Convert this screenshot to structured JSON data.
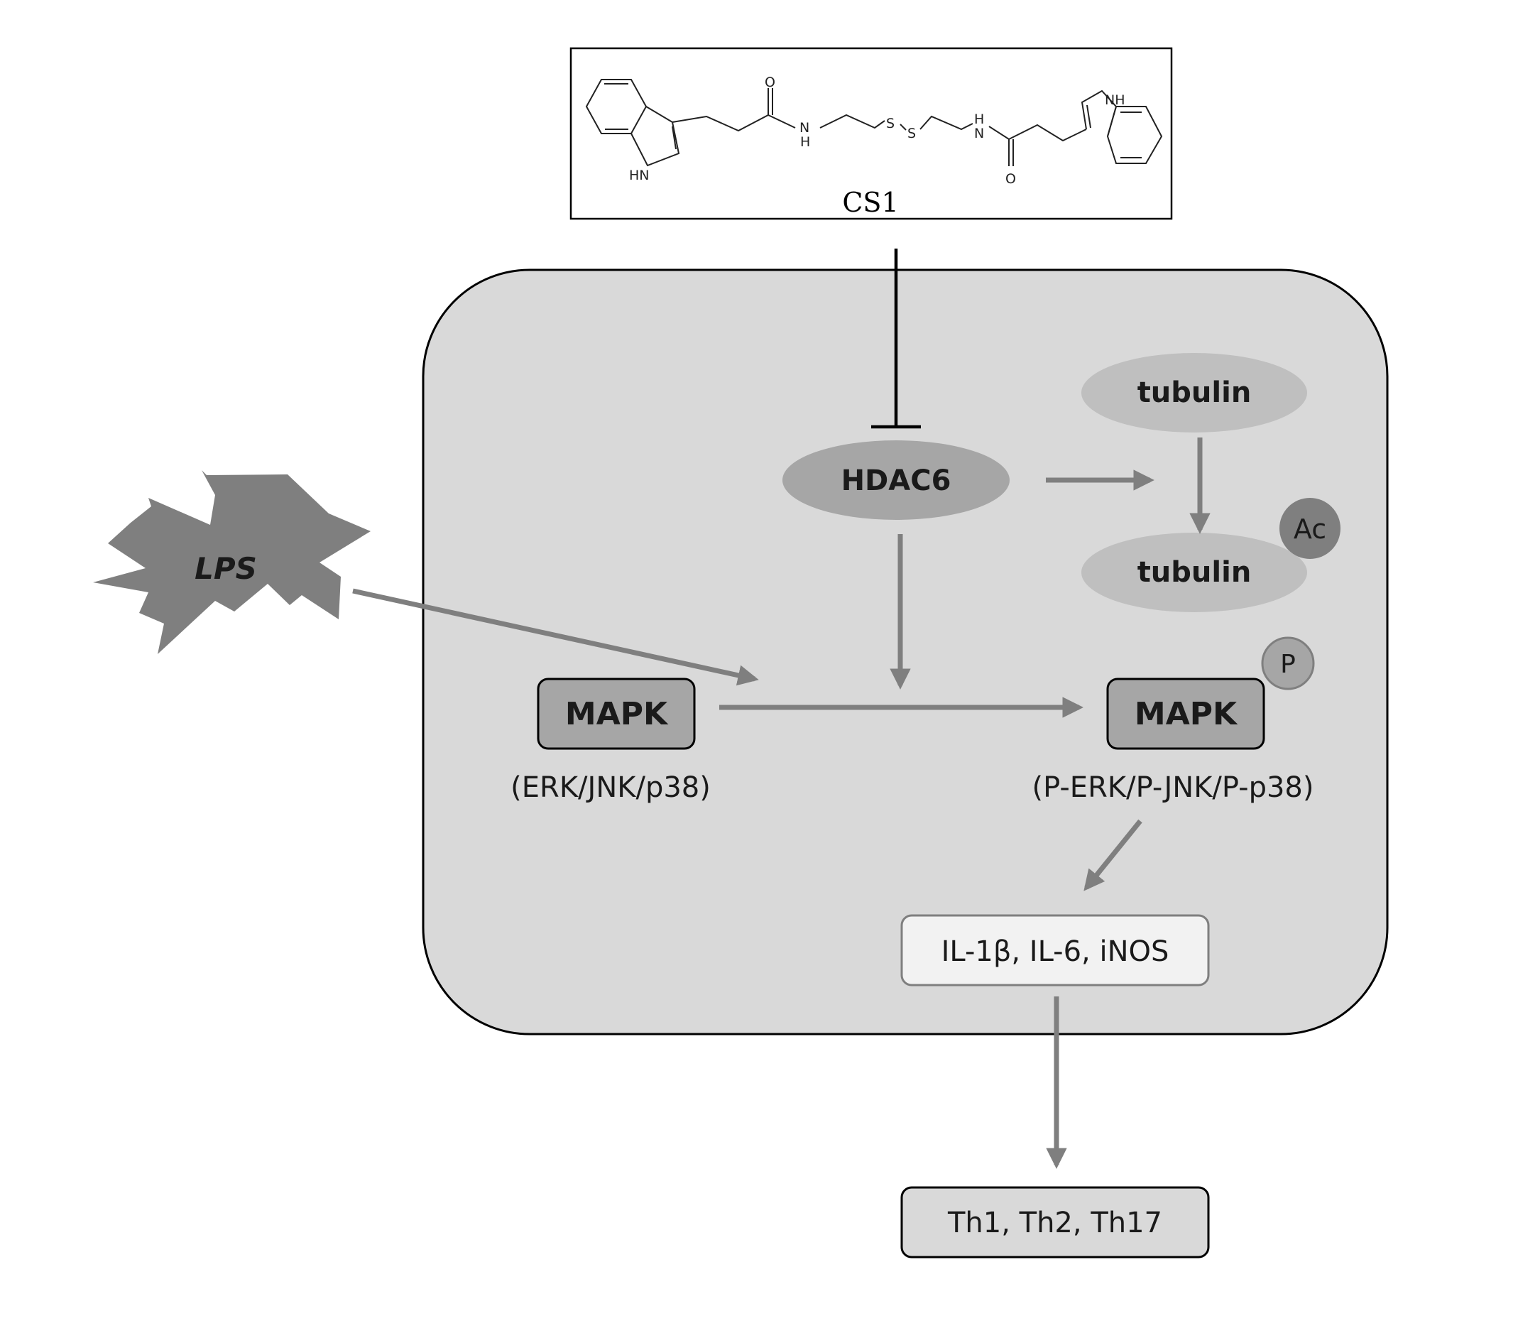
{
  "compound": {
    "name": "CS1",
    "structure_atoms": {
      "o_left": "O",
      "nh_left": "N",
      "h_left": "H",
      "s1": "S",
      "s2": "S",
      "h_right": "H",
      "nh_right": "N",
      "o_right": "O",
      "indole_left_nh": "HN",
      "indole_right_nh": "NH"
    }
  },
  "stimulus": {
    "label": "LPS"
  },
  "nodes": {
    "hdac6": "HDAC6",
    "tubulin_top": "tubulin",
    "tubulin_bottom": "tubulin",
    "acetyl_badge": "Ac",
    "mapk_left": "MAPK",
    "mapk_left_sub": "(ERK/JNK/p38)",
    "mapk_right": "MAPK",
    "mapk_right_sub": "(P-ERK/P-JNK/P-p38)",
    "phospho_badge": "P",
    "cytokines": "IL-1β, IL-6, iNOS",
    "t_cells": "Th1, Th2, Th17"
  },
  "colors": {
    "cell_fill": "#d9d9d9",
    "arrow": "#7f7f7f",
    "inhibit": "#000000",
    "hdac6_fill": "#a6a6a6",
    "tubulin_fill": "#bfbfbf",
    "mapk_fill": "#a6a6a6",
    "badge_ac": "#7f7f7f",
    "badge_p": "#a6a6a6",
    "lps_fill": "#7f7f7f",
    "cytokine_fill": "#f2f2f2",
    "tcell_fill": "#d9d9d9"
  }
}
